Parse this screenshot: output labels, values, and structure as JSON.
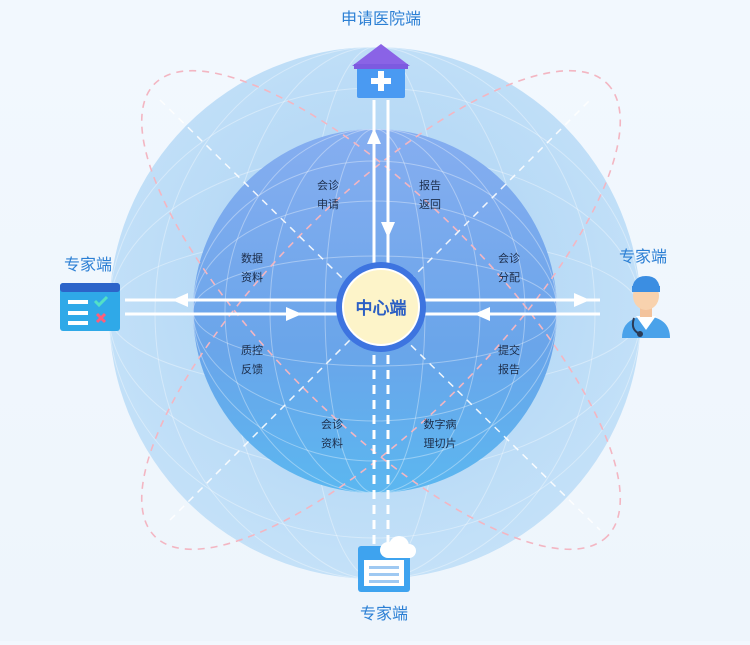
{
  "nodes": {
    "top": "申请医院端",
    "left": "专家端",
    "right": "专家端",
    "bottom": "专家端",
    "center": "中心端"
  },
  "flows": {
    "consult_apply": [
      "会诊",
      "申请"
    ],
    "report_return": [
      "报告",
      "返回"
    ],
    "data_material": [
      "数据",
      "资料"
    ],
    "consult_assign": [
      "会诊",
      "分配"
    ],
    "qc_feedback": [
      "质控",
      "反馈"
    ],
    "submit_report": [
      "提交",
      "报告"
    ],
    "consult_material": [
      "会诊",
      "资料"
    ],
    "digital_slide": [
      "数字病",
      "理切片"
    ]
  },
  "colors": {
    "outer_sphere": "#bcdcf6",
    "inner_sphere": "#7aa9ea",
    "center_ring": "#3b74e0",
    "center_fill": "#fdf3c6",
    "label_blue": "#2b7fd4",
    "ellipse_pink": "#f2b9c4",
    "hospital_roof": "#8a63e6",
    "hospital_body": "#4a9af2"
  },
  "icons": {
    "top": "hospital-icon",
    "left": "form-checklist-icon",
    "right": "doctor-icon",
    "bottom": "cloud-document-icon"
  }
}
